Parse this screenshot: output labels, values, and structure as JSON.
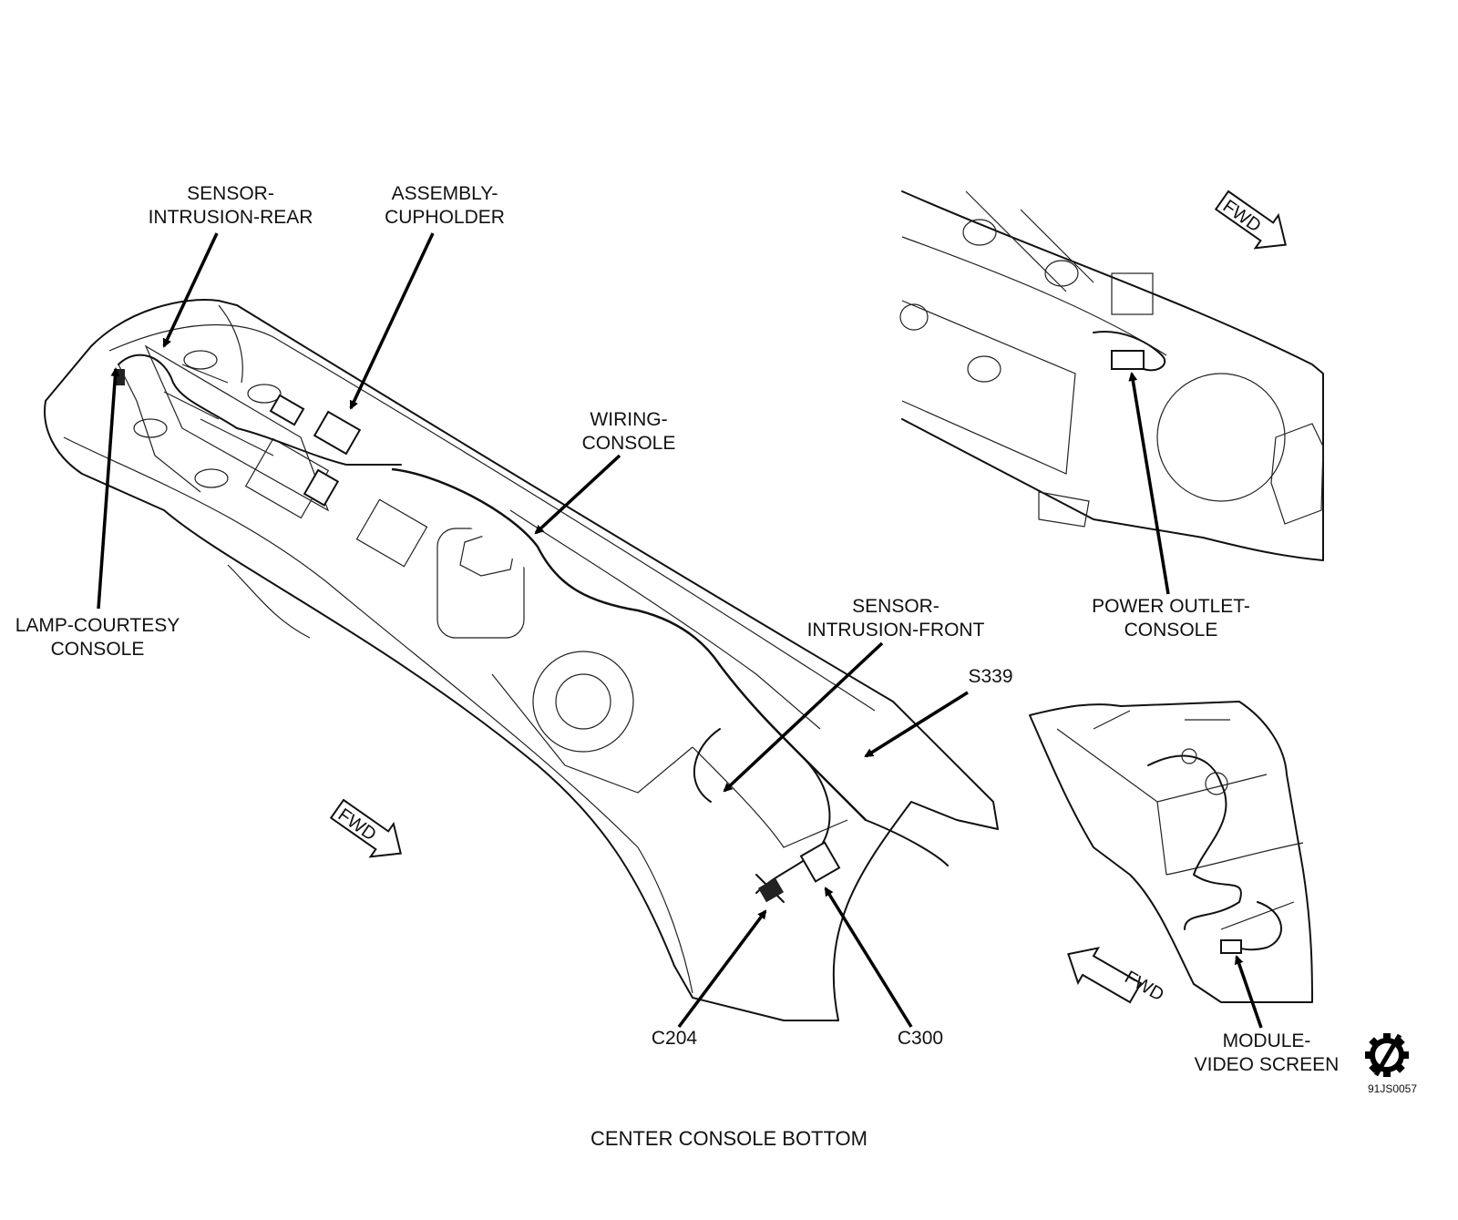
{
  "caption": "CENTER CONSOLE BOTTOM",
  "figure_id": "91JS0057",
  "direction_marker": "FWD",
  "callouts": {
    "sensor_intrusion_rear": [
      "SENSOR-",
      "INTRUSION-REAR"
    ],
    "assembly_cupholder": [
      "ASSEMBLY-",
      "CUPHOLDER"
    ],
    "wiring_console": [
      "WIRING-",
      "CONSOLE"
    ],
    "lamp_courtesy_console": [
      "LAMP-COURTESY",
      "CONSOLE"
    ],
    "sensor_intrusion_front": [
      "SENSOR-",
      "INTRUSION-FRONT"
    ],
    "s339": "S339",
    "c204": "C204",
    "c300": "C300",
    "power_outlet_console": [
      "POWER OUTLET-",
      "CONSOLE"
    ],
    "module_video_screen": [
      "MODULE-",
      "VIDEO SCREEN"
    ]
  }
}
